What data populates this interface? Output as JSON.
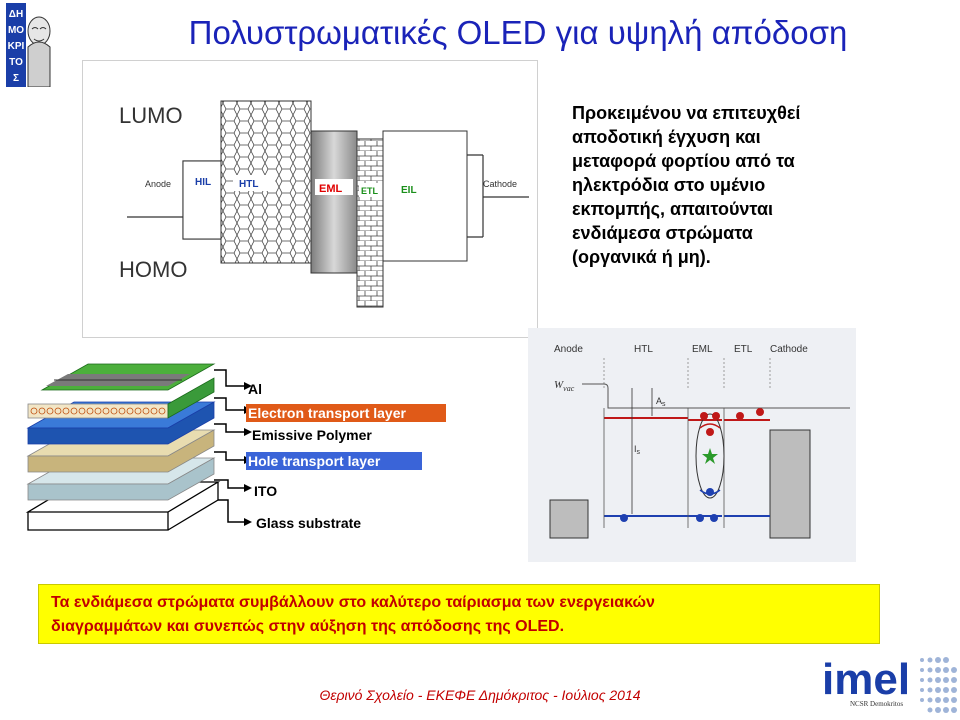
{
  "header": {
    "title": "Πολυστρωματικές OLED για υψηλή απόδοση",
    "logo_text": "ΔΗΜΟΚΡΙΤΟΣ"
  },
  "band_diagram": {
    "lumo_label": "LUMO",
    "homo_label": "HOMO",
    "anode_label": "Anode",
    "cathode_label": "Cathode",
    "hil_label": "HIL",
    "htl_label": "HTL",
    "eml_label": "EML",
    "etl_label": "ETL",
    "eil_label": "EIL"
  },
  "description": {
    "line1": "Προκειμένου να επιτευχθεί",
    "line2": "αποδοτική έγχυση και",
    "line3": "μεταφορά φορτίου από τα",
    "line4": "ηλεκτρόδια στο υμένιο",
    "line5": "εκπομπής, απαιτούνται",
    "line6": "ενδιάμεσα στρώματα",
    "line7": "(οργανικά ή μη)."
  },
  "layer_stack": {
    "al": "Al",
    "etl": "Electron transport layer",
    "emissive": "Emissive Polymer",
    "htl": "Hole transport layer",
    "ito": "ITO",
    "glass": "Glass substrate"
  },
  "energy_diagram": {
    "anode": "Anode",
    "htl": "HTL",
    "eml": "EML",
    "etl": "ETL",
    "cathode": "Cathode",
    "wvac": "W",
    "wvac_sub": "vac",
    "as": "A",
    "as_sub": "s",
    "is": "I",
    "is_sub": "s"
  },
  "callout": {
    "line1": "Τα ενδιάμεσα στρώματα συμβάλλουν στο καλύτερο ταίριασμα των ενεργειακών",
    "line2": "διαγραμμάτων και συνεπώς στην αύξηση της απόδοσης της OLED."
  },
  "footer": {
    "text": "Θερινό Σχολείο - ΕΚΕΦΕ Δημόκριτος - Ιούλιος 2014"
  },
  "imel_logo": {
    "name": "imel",
    "sub": "NCSR Demokritos"
  },
  "colors": {
    "title": "#1a23b8",
    "callout_text": "#c20000",
    "callout_bg": "#ffff00",
    "etl_bg": "#e05a18",
    "htl_bg": "#3a64d8",
    "logo_blue": "#1a3ea8"
  }
}
